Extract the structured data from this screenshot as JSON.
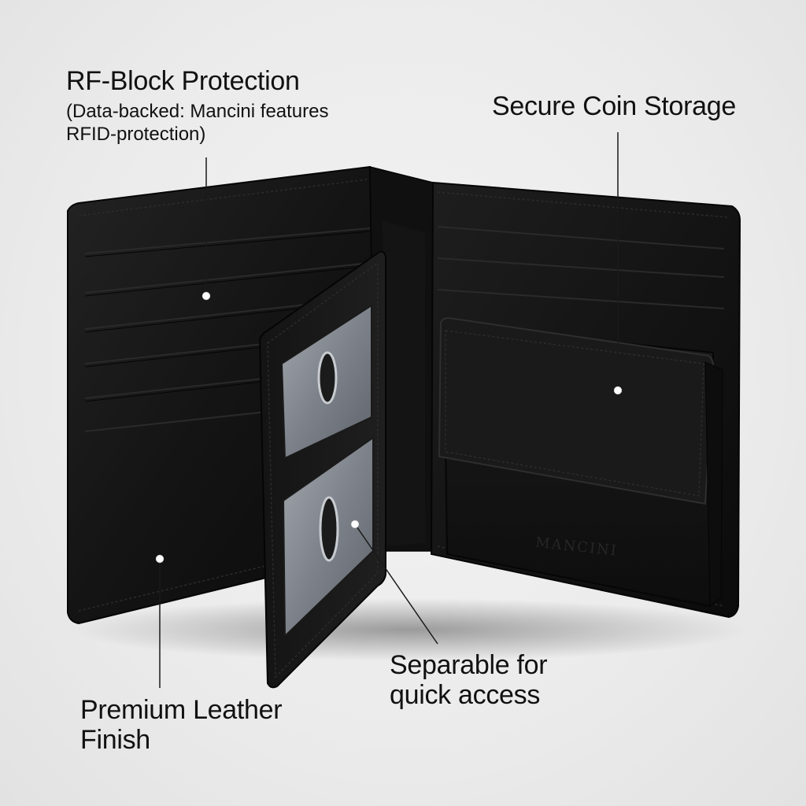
{
  "callouts": {
    "rf_block": {
      "title": "RF-Block Protection",
      "subtitle": "(Data-backed: Mancini features RFID-protection)"
    },
    "coin_storage": {
      "title": "Secure Coin Storage"
    },
    "separable": {
      "title": "Separable for quick access"
    },
    "premium": {
      "title": "Premium Leather Finish"
    }
  },
  "wallet": {
    "brand_emboss": "MANCINI",
    "leather_color": "#0e0e0e",
    "stitch_color": "#2c2c2c",
    "window_color": "#8a8f96"
  },
  "icons": [
    "callout-dot-icon",
    "coin-pocket-icon"
  ]
}
